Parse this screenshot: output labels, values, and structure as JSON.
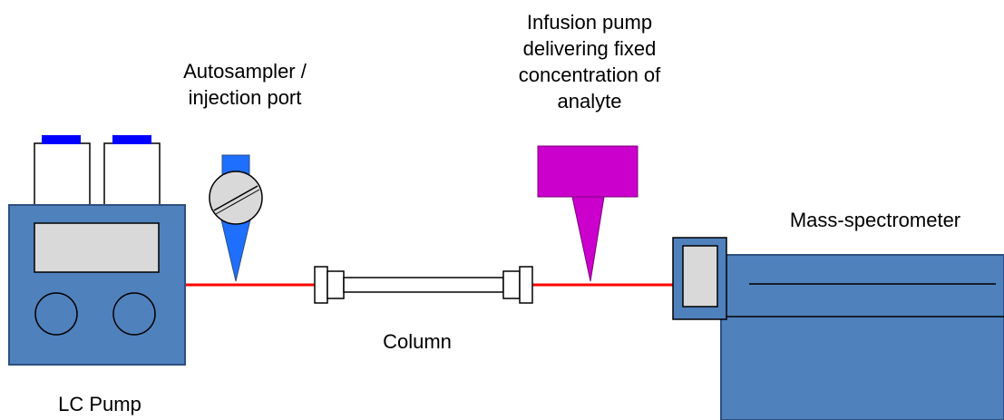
{
  "labels": {
    "autosampler": "Autosampler /\ninjection port",
    "infusion": "Infusion pump\ndelivering fixed\nconcentration of\nanalyte",
    "mass_spec": "Mass-spectrometer",
    "column": "Column",
    "lc_pump": "LC Pump"
  },
  "colors": {
    "device_blue": "#4f81bd",
    "device_outline": "#2f4f7f",
    "screen_gray": "#d9d9d9",
    "cap_blue": "#0000ff",
    "flow_line": "#ff0000",
    "infusion_magenta": "#cc00cc",
    "autosampler_blue": "#1f6fff"
  },
  "icons": {
    "injection_valve": "circle-valve-icon"
  }
}
